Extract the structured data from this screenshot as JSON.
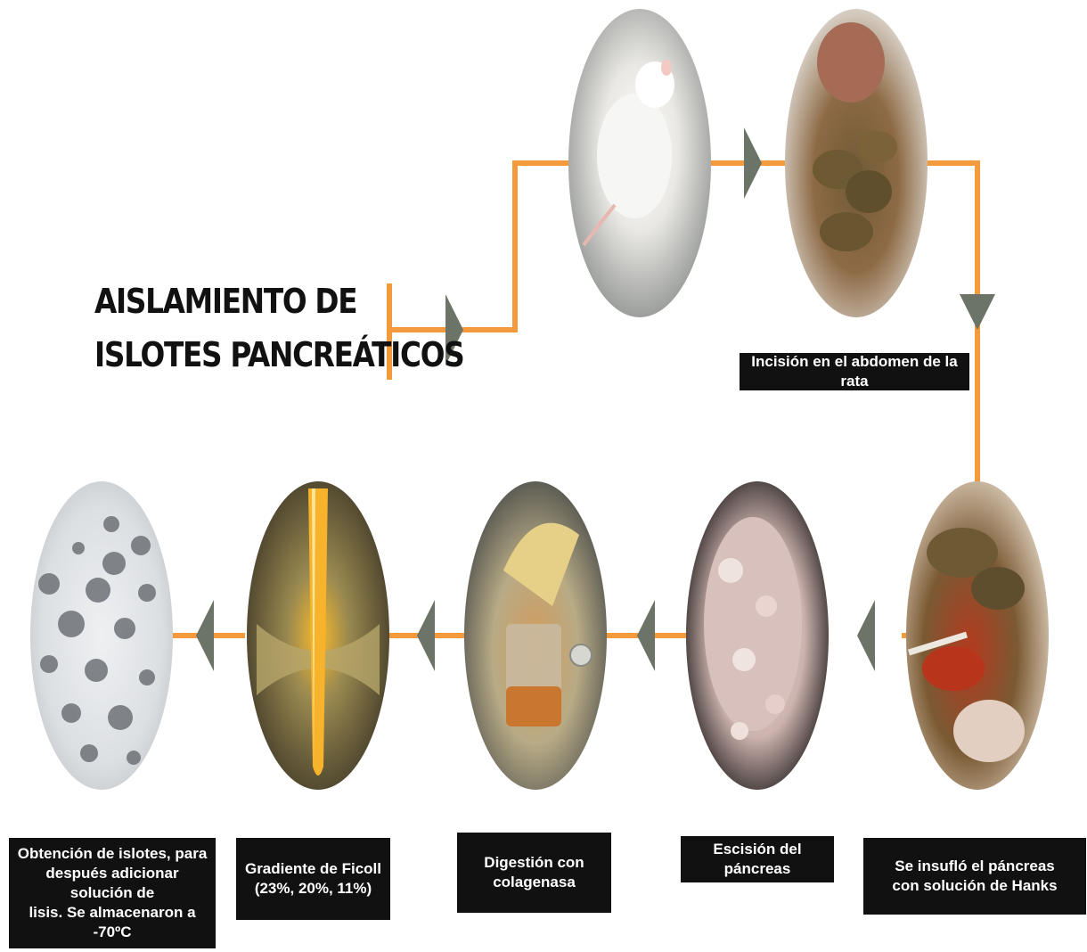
{
  "title": {
    "line1": "AISLAMIENTO DE",
    "line2": "ISLOTES PANCREÁTICOS"
  },
  "colors": {
    "connector": "#f39a3d",
    "arrow": "#6b7466",
    "caption_bg": "#111111",
    "caption_text": "#ffffff"
  },
  "steps": [
    {
      "photo": "white-rat-photo",
      "caption": ""
    },
    {
      "photo": "opened-abdomen-photo",
      "caption": "Incisión en el abdomen de la rata"
    },
    {
      "photo": "pancreas-insufflation-photo",
      "caption": "Se insufló el páncreas\ncon solución de Hanks"
    },
    {
      "photo": "excised-pancreas-photo",
      "caption": "Escisión del páncreas"
    },
    {
      "photo": "collagenase-digestion-photo",
      "caption": "Digestión con\ncolagenasa"
    },
    {
      "photo": "ficoll-gradient-tube-photo",
      "caption": "Gradiente de Ficoll\n(23%, 20%, 11%)"
    },
    {
      "photo": "islets-microscopy-photo",
      "caption": "Obtención de islotes, para\ndespués adicionar solución de\nlisis. Se almacenaron a -70ºC"
    }
  ]
}
